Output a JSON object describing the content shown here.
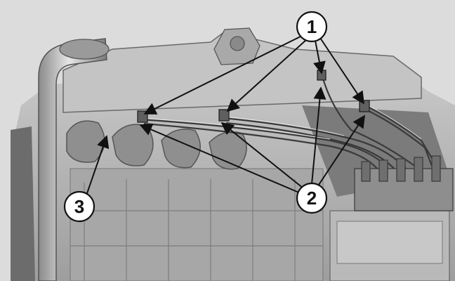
{
  "diagram": {
    "callouts": [
      {
        "label": "1"
      },
      {
        "label": "2"
      },
      {
        "label": "3"
      }
    ]
  },
  "colors": {
    "background": "#d8d8d8",
    "engine_body": "#b3b3b3",
    "engine_dark": "#5c5c5c",
    "line_ink": "#111111",
    "callout_fill": "#ffffff"
  }
}
